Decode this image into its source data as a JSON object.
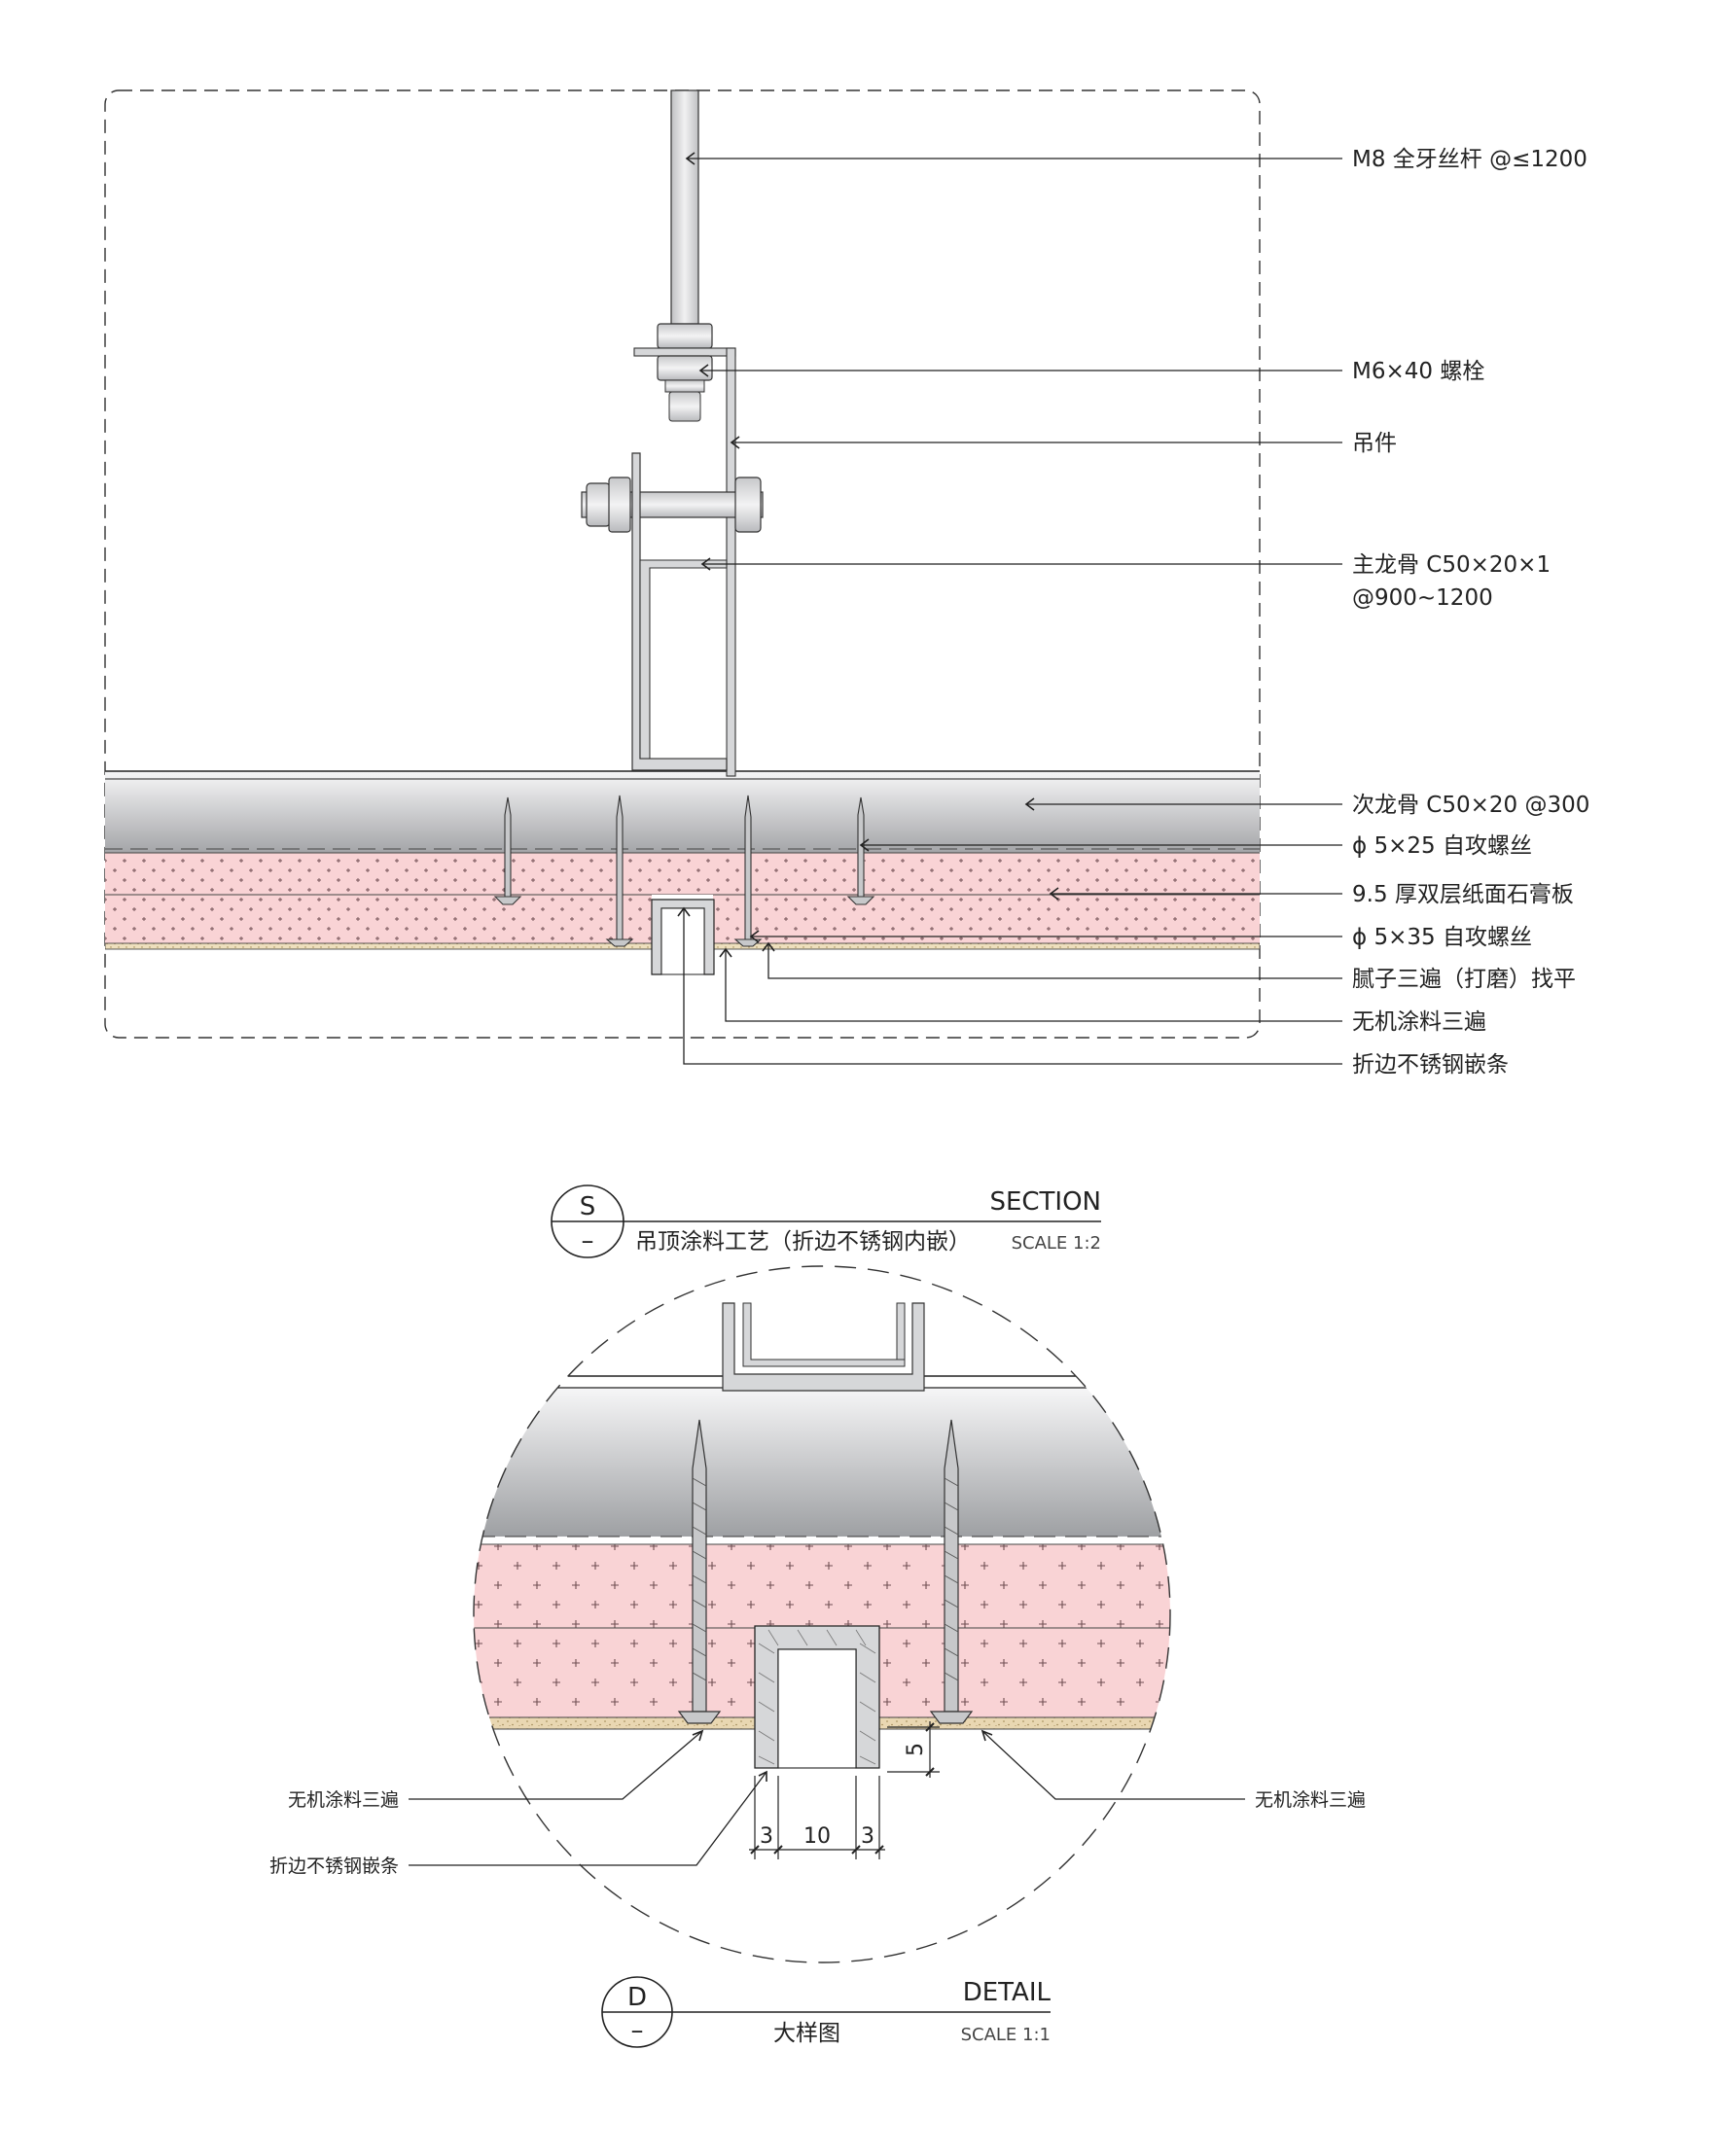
{
  "section": {
    "labels": [
      "M8 全牙丝杆 @≤1200",
      "M6×40 螺栓",
      "吊件",
      "主龙骨 C50×20×1",
      "@900~1200",
      "次龙骨 C50×20 @300",
      "ϕ 5×25 自攻螺丝",
      "9.5 厚双层纸面石膏板",
      "ϕ 5×35 自攻螺丝",
      "腻子三遍（打磨）找平",
      "无机涂料三遍",
      "折边不锈钢嵌条"
    ],
    "title": {
      "badge_top": "S",
      "badge_bottom": "–",
      "name_en": "SECTION",
      "name_cn": "吊顶涂料工艺（折边不锈钢内嵌）",
      "scale": "SCALE 1:2"
    }
  },
  "detail": {
    "labels": {
      "left_coating": "无机涂料三遍",
      "left_strip": "折边不锈钢嵌条",
      "right_coating": "无机涂料三遍"
    },
    "dims": {
      "d3_left": "3",
      "d10": "10",
      "d3_right": "3",
      "d5": "5"
    },
    "title": {
      "badge_top": "D",
      "badge_bottom": "–",
      "name_en": "DETAIL",
      "name_cn": "大样图",
      "scale": "SCALE 1:1"
    }
  },
  "colors": {
    "board_fill": "#f9d3d5",
    "cross_mark": "#6f4e52",
    "joist_dark": "#a9aaad",
    "joist_light": "#f7f7f8",
    "metal": "#d6d7d9",
    "putty": "#e9d7b2",
    "line": "#222222"
  }
}
